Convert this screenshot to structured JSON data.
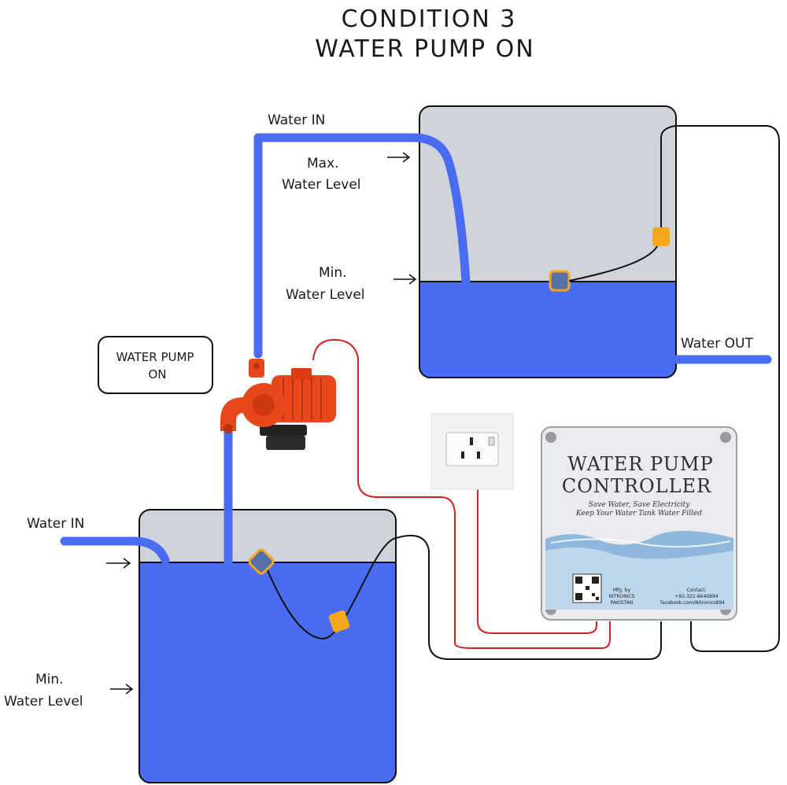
{
  "title": {
    "line1": "CONDITION 3",
    "line2": "WATER PUMP ON"
  },
  "status_box": {
    "line1": "WATER PUMP",
    "line2": "ON"
  },
  "upper_tank": {
    "inlet_label": "Water IN",
    "max_label_line1": "Max.",
    "max_label_line2": "Water Level",
    "min_label_line1": "Min.",
    "min_label_line2": "Water Level",
    "outlet_label": "Water OUT",
    "fill_fraction": 0.35
  },
  "lower_tank": {
    "inlet_label": "Water IN",
    "min_label_line1": "Min.",
    "min_label_line2": "Water Level",
    "fill_fraction": 0.85
  },
  "controller": {
    "title_line1": "WATER PUMP",
    "title_line2": "CONTROLLER",
    "tagline1": "Save Water, Save Electricity",
    "tagline2": "Keep Your Water Tank Water Filled",
    "mfg_line1": "Mfg. by",
    "mfg_line2": "NITRONICS",
    "mfg_line3": "PAKISTAN",
    "contact_line1": "Contact:",
    "contact_line2": "+92-321-8640894",
    "contact_line3": "facebook.com/Nitronics894"
  },
  "colors": {
    "water": "#4a6cf2",
    "tank_empty": "#ced4da",
    "pipe": "#4a6cf2",
    "float": "#f5a81c",
    "float_sensor": "#5571a8",
    "wire_red": "#d42020",
    "wire_black": "#111111",
    "pump": "#e8471c"
  },
  "icons": {
    "pump": "water-pump-icon",
    "socket": "power-socket-icon",
    "qr": "qr-code-icon"
  }
}
